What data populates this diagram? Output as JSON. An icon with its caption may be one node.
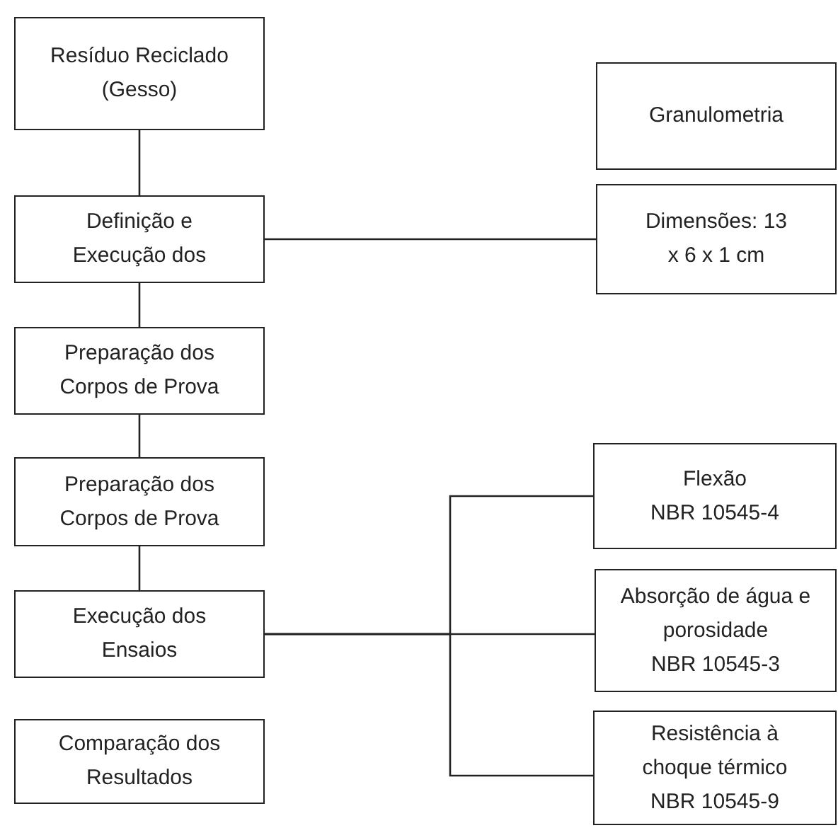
{
  "diagram": {
    "nodes": [
      {
        "text": [
          "Resíduo Reciclado (Gesso)"
        ]
      },
      {
        "text": [
          "Granulometria"
        ]
      },
      {
        "text": [
          "Definição e Execução dos"
        ]
      },
      {
        "text": [
          "Dimensões: 13 x 6 x 1 cm"
        ]
      },
      {
        "text": [
          "Preparação dos Corpos de Prova"
        ]
      },
      {
        "text": [
          "Preparação dos Corpos de Prova"
        ]
      },
      {
        "text": [
          "Flexão",
          "NBR 10545-4"
        ]
      },
      {
        "text": [
          "Execução dos Ensaios"
        ]
      },
      {
        "text": [
          "Absorção de água e porosidade",
          "NBR 10545-3"
        ]
      },
      {
        "text": [
          "Comparação dos Resultados"
        ]
      },
      {
        "text": [
          "Resistência à choque térmico",
          "NBR 10545-9"
        ]
      }
    ],
    "edges": [
      {
        "from": 0,
        "to": 2,
        "arrow": "none"
      },
      {
        "from": 2,
        "to": 3,
        "arrow": "none"
      },
      {
        "from": 2,
        "to": 4,
        "arrow": "none"
      },
      {
        "from": 4,
        "to": 5,
        "arrow": "none"
      },
      {
        "from": 5,
        "to": 7,
        "arrow": "none"
      },
      {
        "from": 7,
        "to": 6,
        "arrow": "none"
      },
      {
        "from": 7,
        "to": 8,
        "arrow": "none"
      },
      {
        "from": 7,
        "to": 10,
        "arrow": "none"
      }
    ]
  }
}
